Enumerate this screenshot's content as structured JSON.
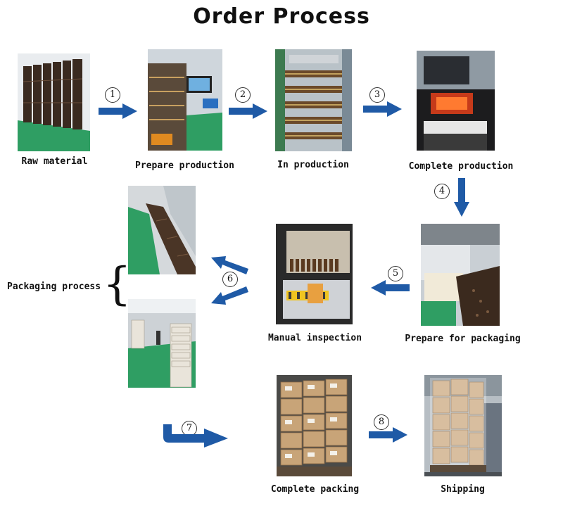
{
  "title": "Order Process",
  "colors": {
    "arrow": "#1f5aa6",
    "floor": "#2e8b57"
  },
  "steps": [
    "1",
    "2",
    "3",
    "4",
    "5",
    "6",
    "7",
    "8"
  ],
  "stages": {
    "raw_material": "Raw material",
    "prepare_production": "Prepare production",
    "in_production": "In production",
    "complete_production": "Complete production",
    "prepare_packaging": "Prepare for packaging",
    "manual_inspection": "Manual inspection",
    "packaging_process": "Packaging process",
    "complete_packing": "Complete packing",
    "shipping": "Shipping"
  }
}
